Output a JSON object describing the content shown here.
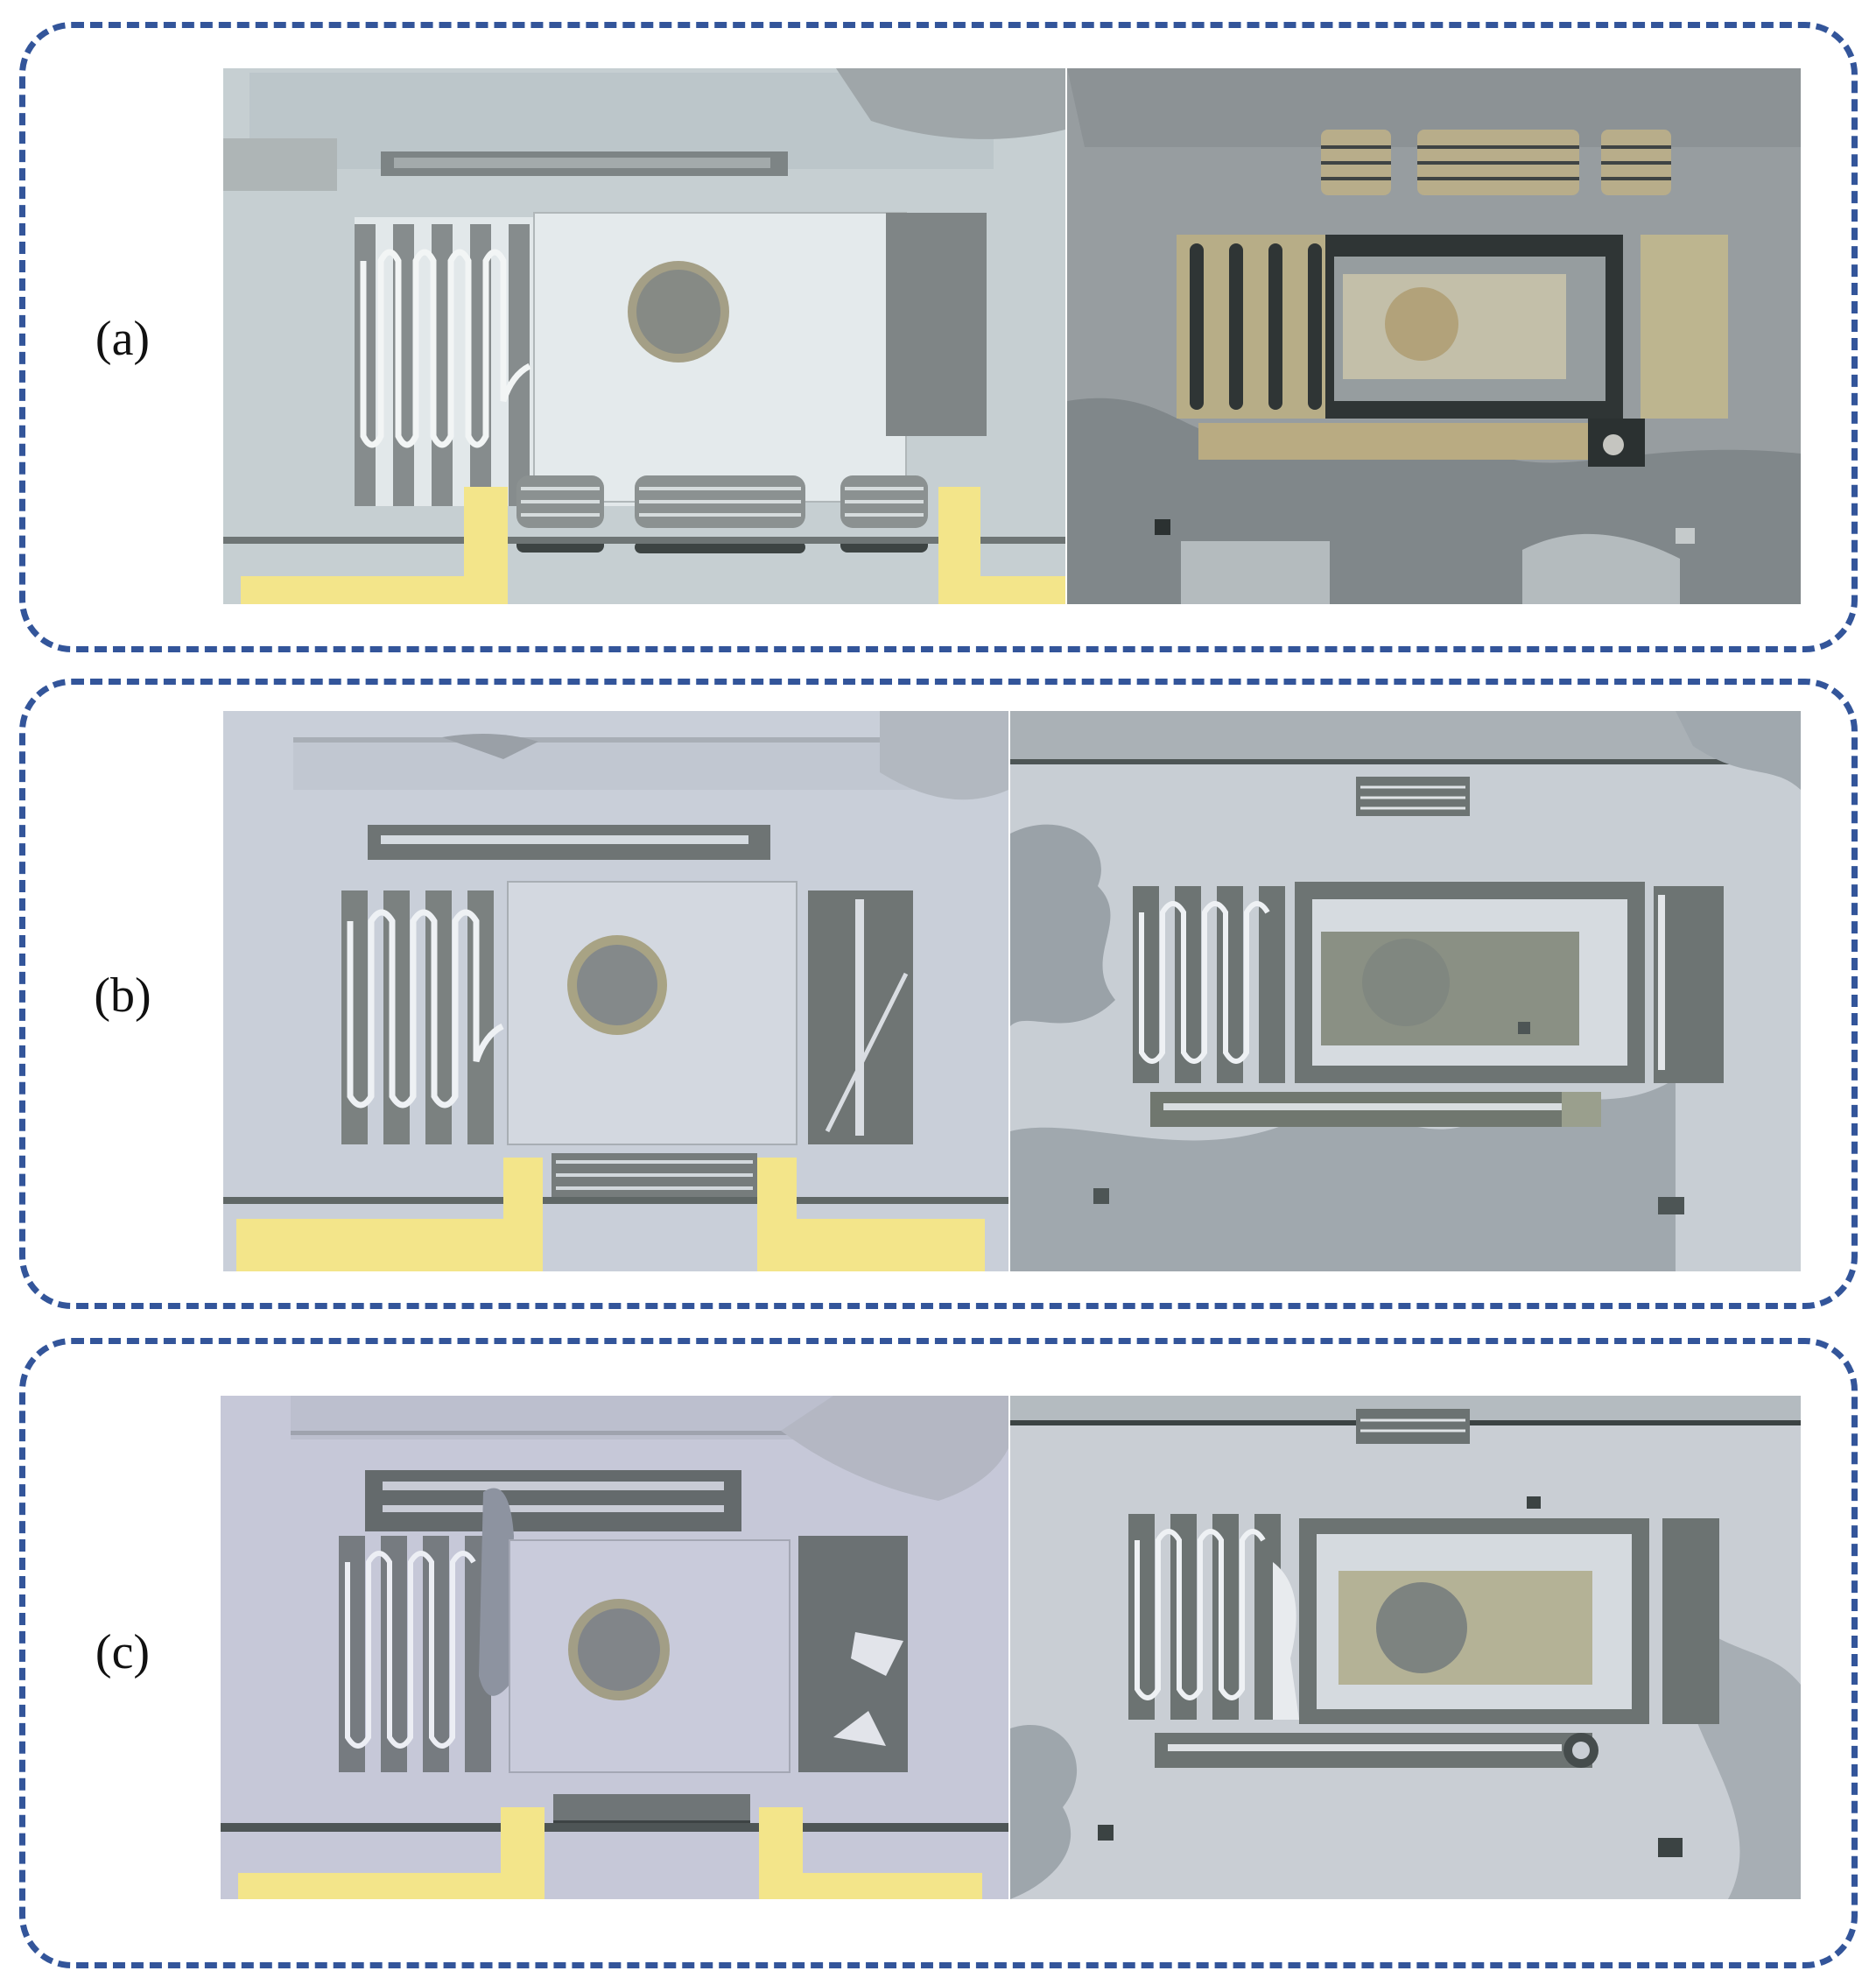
{
  "panels": [
    {
      "label": "(a)"
    },
    {
      "label": "(b)"
    },
    {
      "label": "(c)"
    }
  ],
  "colors": {
    "frame": "#33559a",
    "pad_gold": "#f3e58a",
    "chip_light": "#c9d1d4",
    "chip_dark": "#8f9597"
  }
}
